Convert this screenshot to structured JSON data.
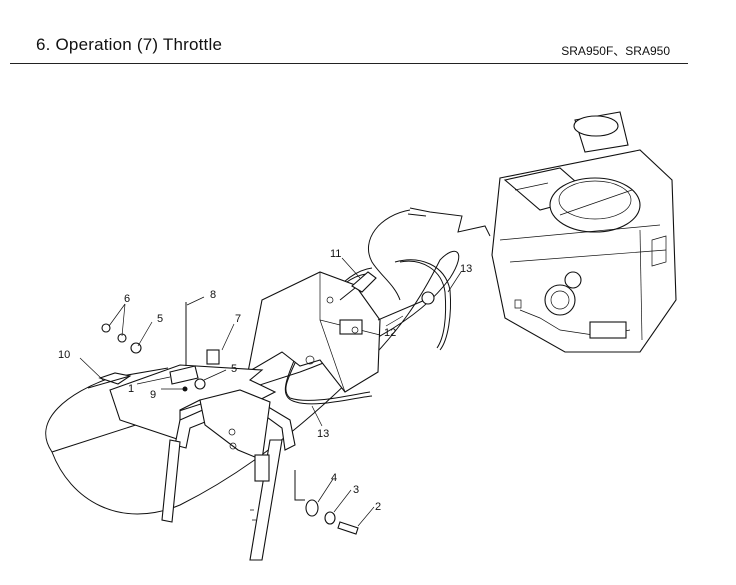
{
  "header": {
    "title": "6. Operation (7) Throttle",
    "models": "SRA950F、SRA950"
  },
  "callouts": [
    {
      "id": "c1",
      "label": "1"
    },
    {
      "id": "c2",
      "label": "2"
    },
    {
      "id": "c3",
      "label": "3"
    },
    {
      "id": "c4",
      "label": "4"
    },
    {
      "id": "c5a",
      "label": "5"
    },
    {
      "id": "c5b",
      "label": "5"
    },
    {
      "id": "c6",
      "label": "6"
    },
    {
      "id": "c7",
      "label": "7"
    },
    {
      "id": "c8",
      "label": "8"
    },
    {
      "id": "c9",
      "label": "9"
    },
    {
      "id": "c10",
      "label": "10"
    },
    {
      "id": "c11",
      "label": "11"
    },
    {
      "id": "c12",
      "label": "12"
    },
    {
      "id": "c13a",
      "label": "13"
    },
    {
      "id": "c13b",
      "label": "13"
    }
  ]
}
